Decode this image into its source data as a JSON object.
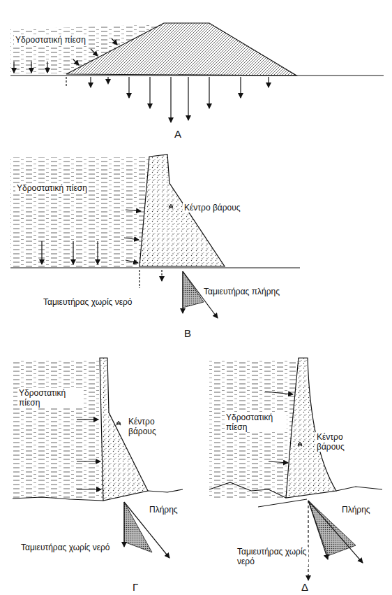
{
  "diagram": {
    "labels": [
      "Υδροστατική πίεση",
      "Α",
      "Υδροστατική πίεση",
      "Κέντρο βάρους",
      "Ταμιευτήρας πλήρης",
      "Ταμιευτήρας χωρίς νερό",
      "Β",
      "Υδροστατική πίεση",
      "Κέντρο βάρους",
      "Πλήρης",
      "Ταμιευτήρας χωρίς νερό",
      "Γ",
      "Υδροστατική πίεση",
      "Κέντρο βάρους",
      "Πλήρης",
      "Ταμιευτήρας χωρίς νερό",
      "Δ"
    ]
  }
}
